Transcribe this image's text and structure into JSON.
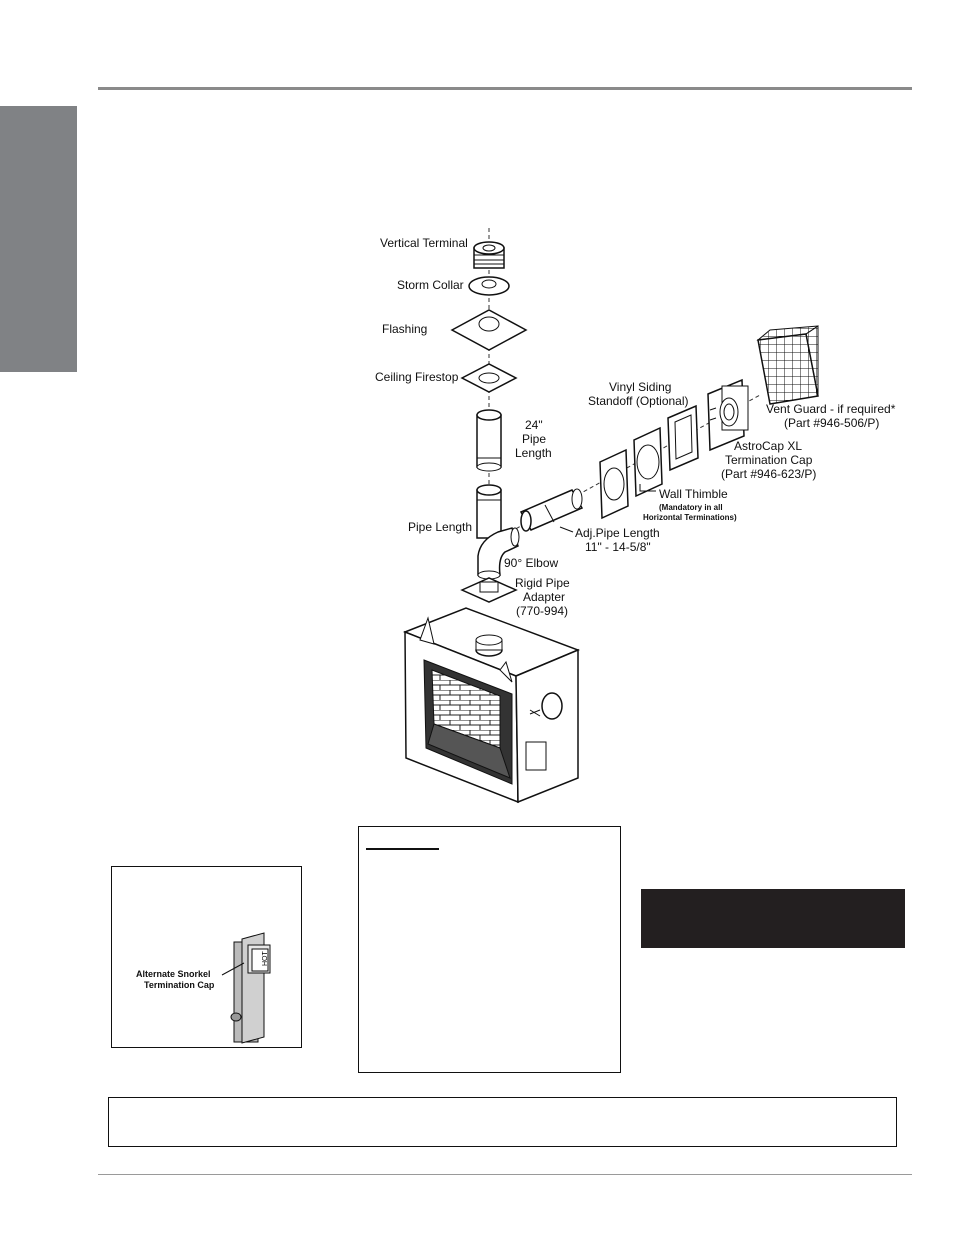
{
  "diagram": {
    "labels": {
      "vertical_terminal": "Vertical Terminal",
      "storm_collar": "Storm Collar",
      "flashing": "Flashing",
      "ceiling_firestop": "Ceiling Firestop",
      "pipe_24_line1": "24\"",
      "pipe_24_line2": "Pipe",
      "pipe_24_line3": "Length",
      "pipe_length": "Pipe Length",
      "elbow": "90° Elbow",
      "adapter_line1": "Rigid Pipe",
      "adapter_line2": "Adapter",
      "adapter_line3": "(770-994)",
      "adj_pipe_line1": "Adj.Pipe Length",
      "adj_pipe_line2": "11\" - 14-5/8\"",
      "wall_thimble": "Wall Thimble",
      "wall_thimble_note_line1": "(Mandatory in all",
      "wall_thimble_note_line2": "Horizontal Terminations)",
      "vinyl_line1": "Vinyl Siding",
      "vinyl_line2": "Standoff (Optional)",
      "astrocap_line1": "AstroCap XL",
      "astrocap_line2": "Termination Cap",
      "astrocap_line3": "(Part #946-623/P)",
      "vent_guard_line1": "Vent Guard - if required*",
      "vent_guard_line2": "(Part #946-506/P)"
    }
  },
  "snorkel": {
    "label_line1": "Alternate Snorkel",
    "label_line2": "Termination Cap",
    "hot_text": "HOT"
  },
  "colors": {
    "side_tab": "#808285",
    "rule": "#8a8a8a",
    "banner": "#231f20"
  }
}
